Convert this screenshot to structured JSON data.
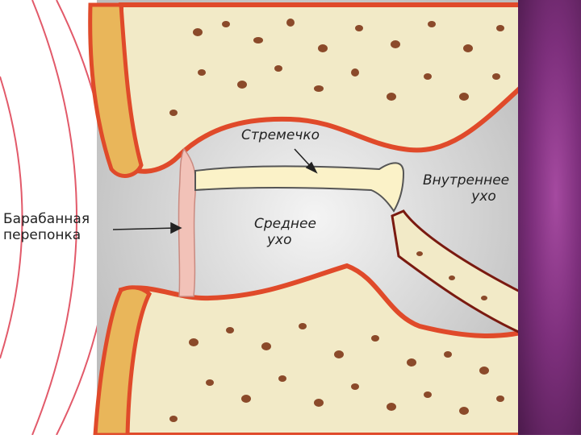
{
  "labels": {
    "stapes": "Стремечко",
    "inner_ear_line1": "Внутреннее",
    "inner_ear_line2": "ухо",
    "middle_ear_line1": "Среднее",
    "middle_ear_line2": "ухо",
    "eardrum_line1": "Барабанная",
    "eardrum_line2": "перепонка"
  },
  "colors": {
    "bone": "#f2eac7",
    "bone_spots": "#8b4a2a",
    "cavity": "#dcdcdc",
    "lining": "#e04a2a",
    "outer_cartilage": "#e9b65a",
    "eardrum": "#f2c2b8",
    "sound_waves": "#e25a6a",
    "side_panel": "#7d2f7c"
  },
  "icons": [
    "sound-wave-arcs",
    "pointer-arrow"
  ]
}
